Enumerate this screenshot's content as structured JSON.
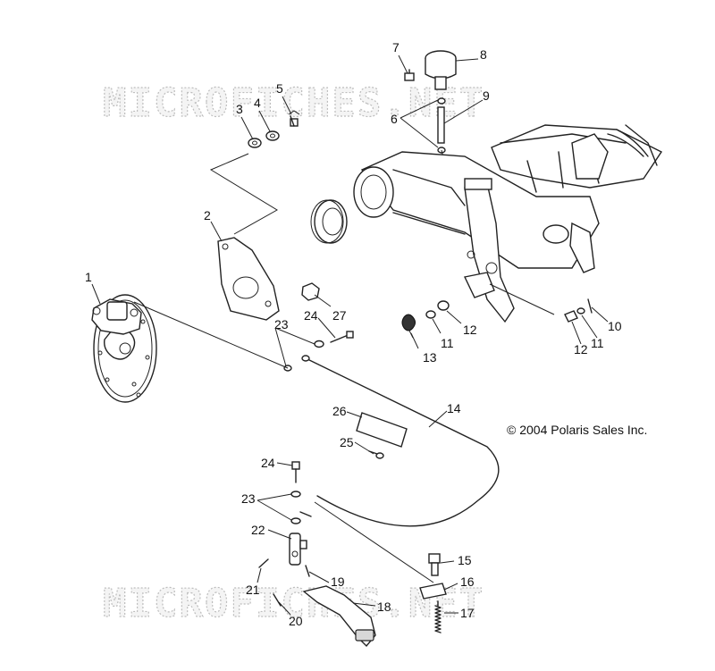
{
  "watermark": {
    "text": "MICROFICHES.NET"
  },
  "copyright": "© 2004 Polaris Sales Inc.",
  "callouts": [
    {
      "id": "c1",
      "label": "1"
    },
    {
      "id": "c2",
      "label": "2"
    },
    {
      "id": "c3",
      "label": "3"
    },
    {
      "id": "c4",
      "label": "4"
    },
    {
      "id": "c5",
      "label": "5"
    },
    {
      "id": "c6",
      "label": "6"
    },
    {
      "id": "c7",
      "label": "7"
    },
    {
      "id": "c8",
      "label": "8"
    },
    {
      "id": "c9",
      "label": "9"
    },
    {
      "id": "c10",
      "label": "10"
    },
    {
      "id": "c11a",
      "label": "11"
    },
    {
      "id": "c11b",
      "label": "11"
    },
    {
      "id": "c12a",
      "label": "12"
    },
    {
      "id": "c12b",
      "label": "12"
    },
    {
      "id": "c13",
      "label": "13"
    },
    {
      "id": "c14",
      "label": "14"
    },
    {
      "id": "c15",
      "label": "15"
    },
    {
      "id": "c16",
      "label": "16"
    },
    {
      "id": "c17",
      "label": "17"
    },
    {
      "id": "c18",
      "label": "18"
    },
    {
      "id": "c19",
      "label": "19"
    },
    {
      "id": "c20",
      "label": "20"
    },
    {
      "id": "c21",
      "label": "21"
    },
    {
      "id": "c22",
      "label": "22"
    },
    {
      "id": "c23a",
      "label": "23"
    },
    {
      "id": "c23b",
      "label": "23"
    },
    {
      "id": "c24a",
      "label": "24"
    },
    {
      "id": "c24b",
      "label": "24"
    },
    {
      "id": "c25",
      "label": "25"
    },
    {
      "id": "c26",
      "label": "26"
    },
    {
      "id": "c27",
      "label": "27"
    }
  ]
}
